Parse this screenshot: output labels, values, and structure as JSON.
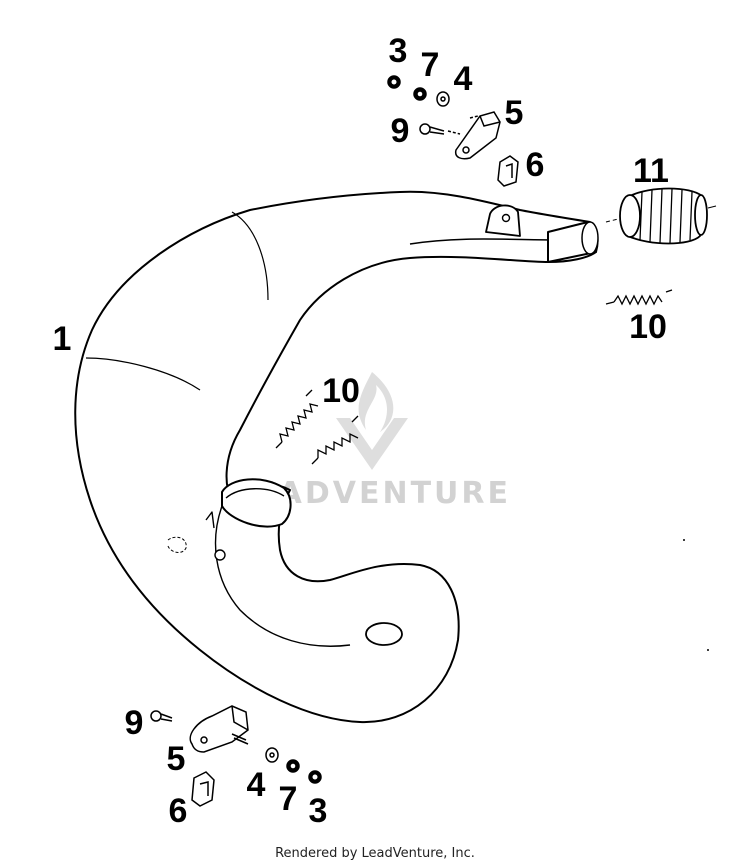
{
  "diagram": {
    "callouts": {
      "c3_top": "3",
      "c7_top": "7",
      "c4_top": "4",
      "c5_top": "5",
      "c9_top": "9",
      "c6_top": "6",
      "c11": "11",
      "c10_right": "10",
      "c1": "1",
      "c10_center": "10",
      "c9_bottom": "9",
      "c5_bottom": "5",
      "c6_bottom": "6",
      "c4_bottom": "4",
      "c7_bottom": "7",
      "c3_bottom": "3"
    },
    "watermark": "LEADVENTURE"
  },
  "footer": {
    "text": "Rendered by LeadVenture, Inc."
  }
}
